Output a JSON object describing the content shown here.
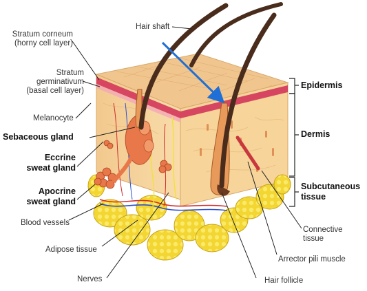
{
  "labels": {
    "hair_shaft": "Hair shaft",
    "stratum_corneum": [
      "Stratum corneum",
      "(horny cell layer)"
    ],
    "stratum_germinativum": [
      "Stratum",
      "germinativum",
      "(basal cell layer)"
    ],
    "melanocyte": "Melanocyte",
    "sebaceous_gland": "Sebaceous gland",
    "eccrine_sweat_gland": [
      "Eccrine",
      "sweat gland"
    ],
    "apocrine_sweat_gland": [
      "Apocrine",
      "sweat gland"
    ],
    "blood_vessels": "Blood vessels",
    "adipose_tissue": "Adipose tissue",
    "nerves": "Nerves",
    "hair_follicle": "Hair follicle",
    "arrector_pili_muscle": "Arrector pili muscle",
    "connective_tissue": [
      "Connective",
      "tissue"
    ],
    "epidermis": "Epidermis",
    "dermis": "Dermis",
    "subcutaneous_tissue": [
      "Subcutaneous",
      "tissue"
    ]
  },
  "colors": {
    "epidermis_surface": "#f0c68e",
    "epidermis_red": "#d4365a",
    "dermis": "#f6d49a",
    "fat_yellow": "#f4d633",
    "hair": "#4a2c1c",
    "gland_orange": "#e8784a",
    "pointer_arrow": "#1f6fd6"
  }
}
